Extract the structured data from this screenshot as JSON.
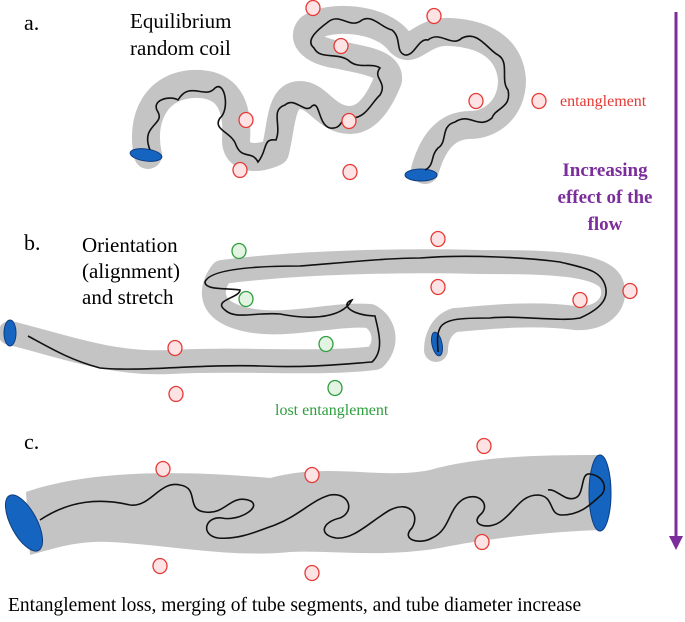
{
  "panels": {
    "a": {
      "letter": "a.",
      "title_line1": "Equilibrium",
      "title_line2": "random coil",
      "entanglement_label": "entanglement"
    },
    "b": {
      "letter": "b.",
      "title_line1": "Orientation",
      "title_line2": "(alignment)",
      "title_line3": "and stretch",
      "lost_label": "lost entanglement"
    },
    "c": {
      "letter": "c."
    }
  },
  "flow_arrow": {
    "line1": "Increasing",
    "line2": "effect of the",
    "line3": "flow"
  },
  "caption": "Entanglement loss, merging of tube segments, and tube diameter increase",
  "colors": {
    "tube": "#c4c4c4",
    "tube_end": "#1565c0",
    "chain": "#111111",
    "entanglement": "#e53935",
    "entanglement_fill": "#fde3e3",
    "lost_entanglement": "#2e9e3e",
    "lost_fill": "#e3f4e3",
    "arrow": "#7b2d9b"
  }
}
